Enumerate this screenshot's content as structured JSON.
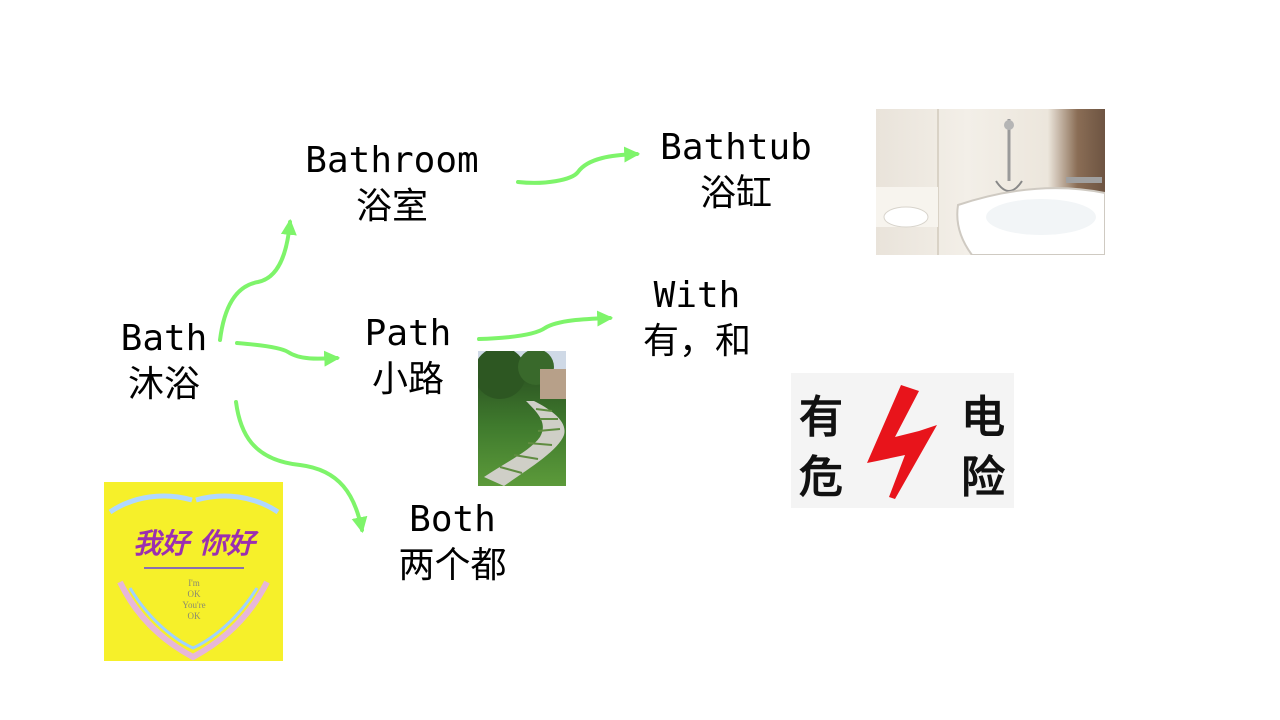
{
  "nodes": {
    "bath": {
      "en": "Bath",
      "cn": "沐浴"
    },
    "bathroom": {
      "en": "Bathroom",
      "cn": "浴室"
    },
    "bathtub": {
      "en": "Bathtub",
      "cn": "浴缸"
    },
    "path": {
      "en": "Path",
      "cn": "小路"
    },
    "with": {
      "en": "With",
      "cn": "有，和"
    },
    "both": {
      "en": "Both",
      "cn": "两个都"
    }
  },
  "images": {
    "book_cover": {
      "title": "我好 你好",
      "lines": [
        "I'm",
        "OK",
        "You're",
        "OK"
      ]
    },
    "hazard_sign": {
      "chars": [
        "有",
        "危",
        "电",
        "险"
      ]
    }
  },
  "colors": {
    "arrow": "#7ef46a",
    "hazard_bolt": "#e8141b",
    "book_bg": "#f6f02a",
    "book_text": "#9b2fb0"
  }
}
